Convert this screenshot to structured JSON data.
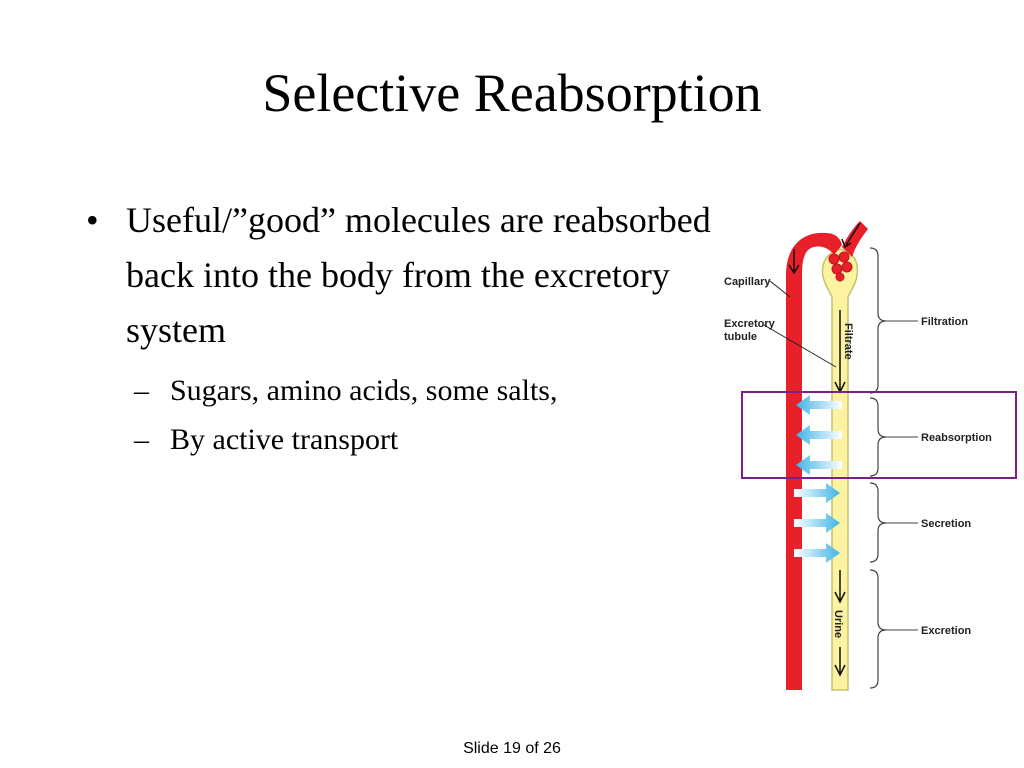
{
  "slide": {
    "title": "Selective Reabsorption",
    "bullets": [
      {
        "text": "Useful/”good” molecules are reabsorbed back into the body from the excretory system",
        "subbullets": [
          "Sugars, amino acids, some salts,",
          "By active transport"
        ]
      }
    ],
    "bullet_glyph": "•",
    "sub_glyph": "–"
  },
  "diagram": {
    "labels": {
      "capillary": "Capillary",
      "excretory_tubule_line1": "Excretory",
      "excretory_tubule_line2": "tubule",
      "filtrate": "Filtrate",
      "urine": "Urine"
    },
    "stages": [
      "Filtration",
      "Reabsorption",
      "Secretion",
      "Excretion"
    ],
    "highlighted_stage": "Reabsorption",
    "colors": {
      "capillary": "#e8202a",
      "tubule": "#fbf3a2",
      "tubule_outline": "#c9c06a",
      "arrow": "#3fb4e6",
      "highlight": "#7a1f8c"
    }
  },
  "footer": {
    "slide_number": "Slide 19 of 26"
  }
}
